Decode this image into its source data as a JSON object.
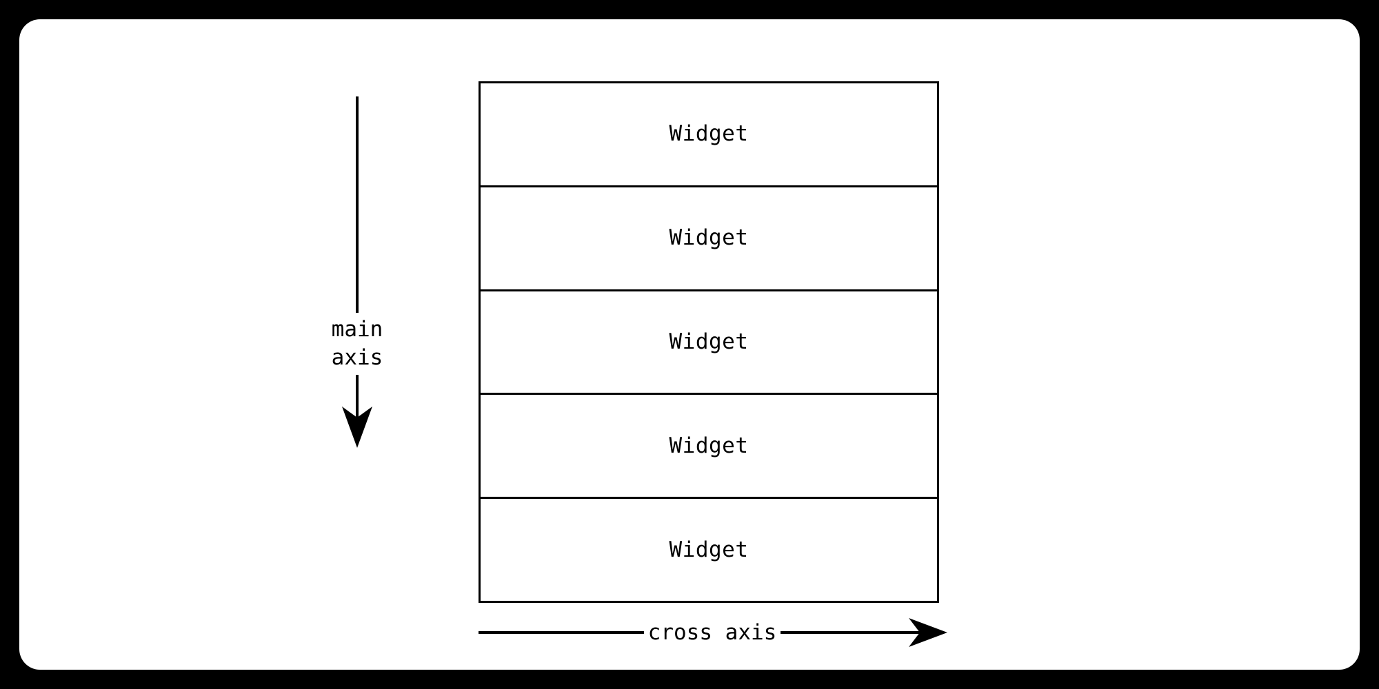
{
  "diagram": {
    "title": "flex-column-main-cross-axis",
    "background_color": "#000000",
    "card_color": "#ffffff",
    "stroke_color": "#000000"
  },
  "main_axis": {
    "label_line_1": "main",
    "label_line_2": "axis",
    "direction": "down",
    "arrow_head": "at-end"
  },
  "cross_axis": {
    "label": "cross axis",
    "direction": "right",
    "arrow_head": "at-end"
  },
  "widget_stack": {
    "count": 5,
    "boxes": [
      {
        "label": "Widget"
      },
      {
        "label": "Widget"
      },
      {
        "label": "Widget"
      },
      {
        "label": "Widget"
      },
      {
        "label": "Widget"
      }
    ]
  }
}
